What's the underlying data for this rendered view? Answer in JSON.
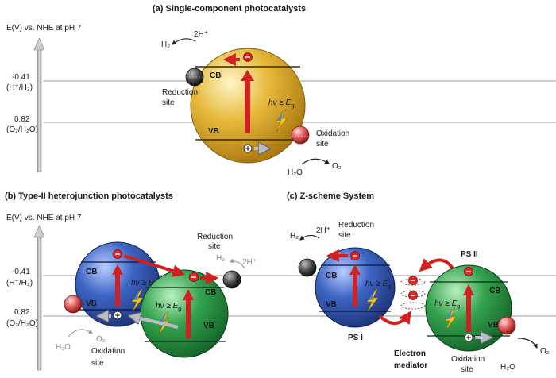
{
  "titles": {
    "a": "(a) Single-component photocatalysts",
    "b": "(b) Type-II heterojunction photocatalysts",
    "c": "(c) Z-scheme System"
  },
  "axis": {
    "label": "E(V) vs. NHE at pH 7",
    "level1_value": "-0.41",
    "level1_couple": "(H⁺/H₂)",
    "level2_value": "0.82",
    "level2_couple": "(O₂/H₂O)"
  },
  "bands": {
    "cb": "CB",
    "vb": "VB"
  },
  "sites": {
    "reduction_line1": "Reduction",
    "reduction_line2": "site",
    "reduction_full": "Reduction site",
    "oxidation_line1": "Oxidation",
    "oxidation_line2": "site",
    "oxidation_full": "Oxidation site"
  },
  "species": {
    "h2": "H₂",
    "two_h_plus": "2H⁺",
    "h2o": "H₂O",
    "o2": "O₂"
  },
  "photon": {
    "prefix": "hν ≥ E",
    "sub": "g"
  },
  "zscheme": {
    "ps1": "PS I",
    "ps2": "PS II",
    "mediator_line1": "Electron",
    "mediator_line2": "mediator"
  },
  "colors": {
    "gold": "#d8a828",
    "blue": "#3a62b8",
    "green": "#2f9a4a",
    "arrow_red": "#d02020",
    "hole_arrow": "#c8ccd8",
    "cocat_dark": "#3a3a3a",
    "cocat_red": "#d84848"
  }
}
